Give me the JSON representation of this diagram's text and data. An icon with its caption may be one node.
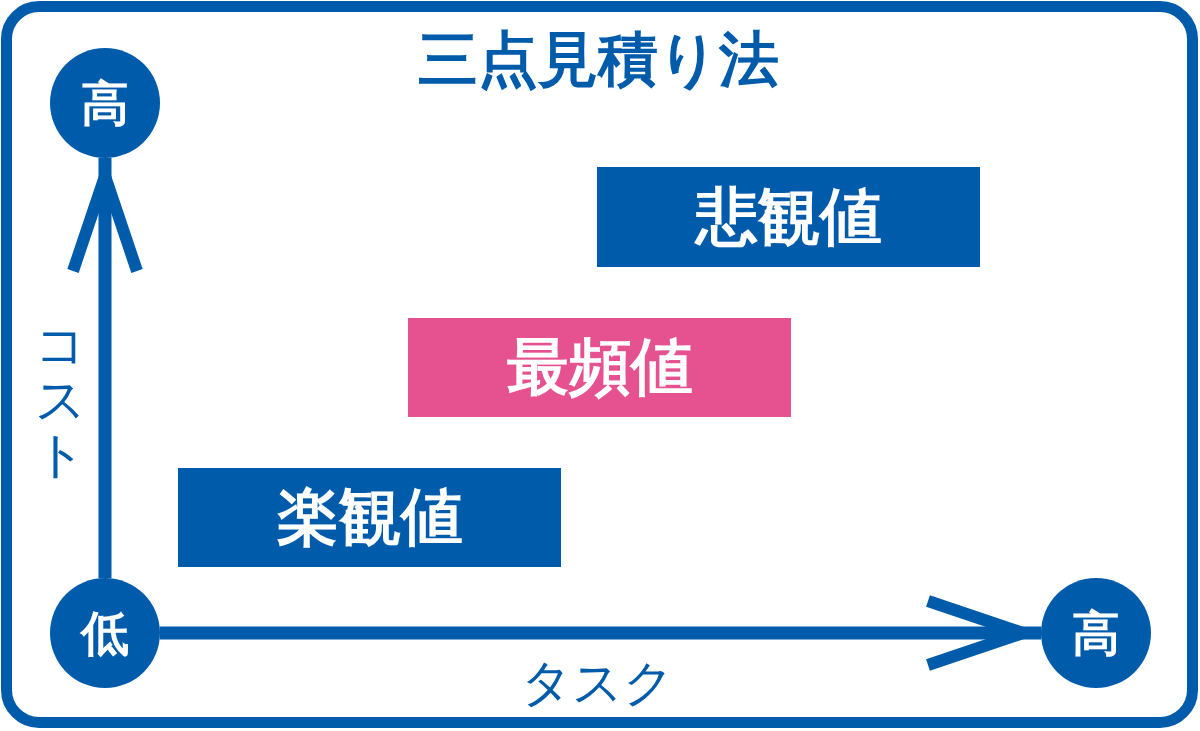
{
  "diagram": {
    "title": "三点見積り法",
    "nodes": [
      {
        "text": [
          "高"
        ]
      },
      {
        "text": [
          "悲観値"
        ]
      },
      {
        "text": [
          "最頻値"
        ]
      },
      {
        "text": [
          "楽観値"
        ]
      },
      {
        "text": [
          "低"
        ]
      },
      {
        "text": [
          "高"
        ]
      }
    ],
    "edges": [
      {
        "from": 4,
        "to": 0,
        "arrow": "to",
        "label": "コスト"
      },
      {
        "from": 4,
        "to": 5,
        "arrow": "to",
        "label": "タスク"
      }
    ]
  }
}
